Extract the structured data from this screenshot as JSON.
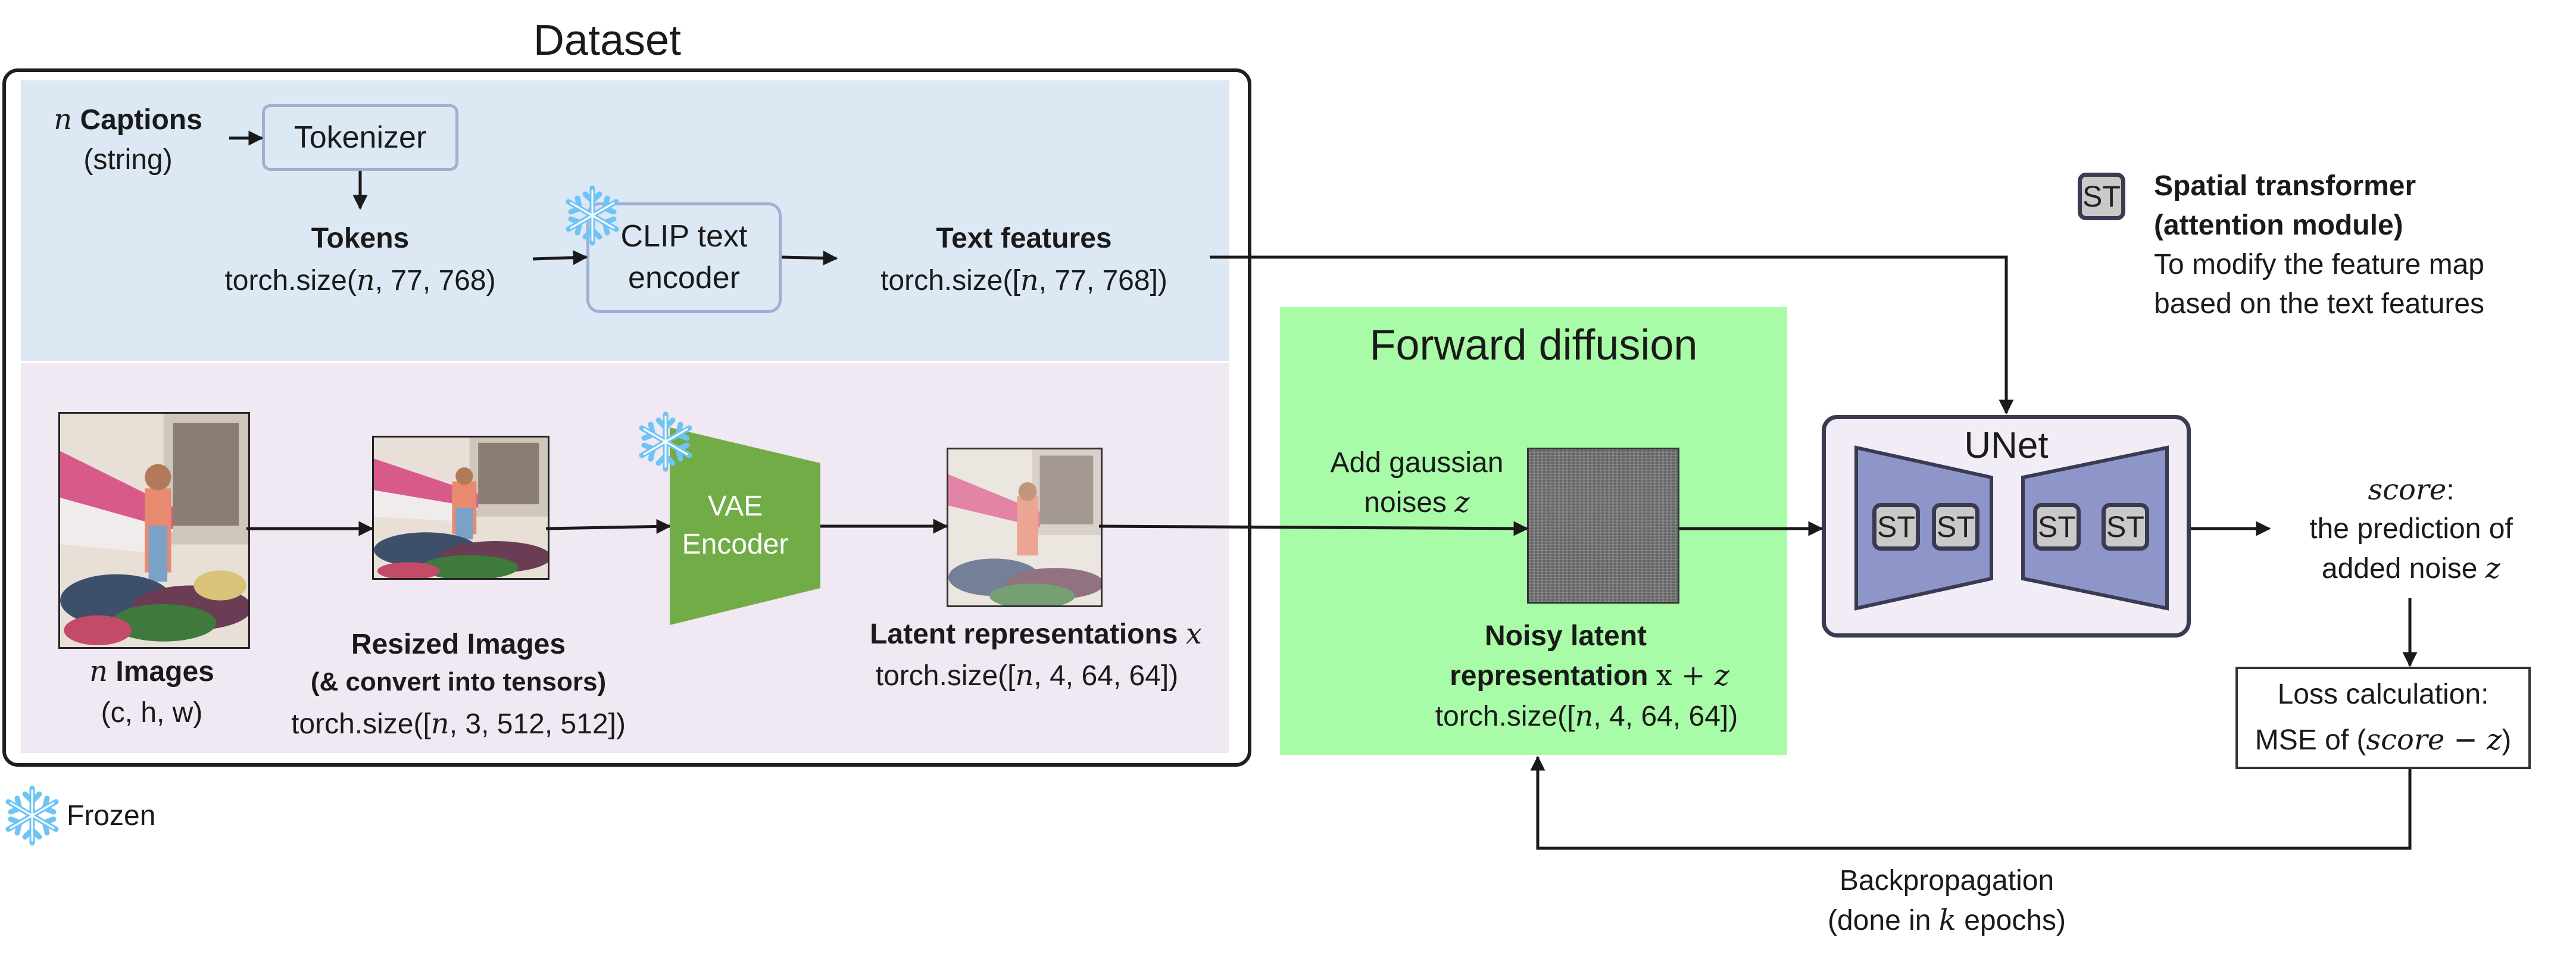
{
  "dataset_title": "Dataset",
  "captions": {
    "n": "n",
    "label": "Captions",
    "sub": "(string)"
  },
  "tokenizer": "Tokenizer",
  "tokens": {
    "label": "Tokens",
    "size_pre": "torch.size(",
    "size_n": "n",
    "size_post": ", 77, 768)"
  },
  "clip": {
    "line1": "CLIP text",
    "line2": "encoder"
  },
  "text_features": {
    "label": "Text features",
    "size_pre": "torch.size([",
    "size_n": "n",
    "size_post": ", 77, 768])"
  },
  "images": {
    "n": "n",
    "label": "Images",
    "sub": "(c, h, w)"
  },
  "resized": {
    "line1": "Resized Images",
    "line2": "(& convert into tensors)",
    "size_pre": "torch.size([",
    "size_n": "n",
    "size_post": ", 3, 512, 512])"
  },
  "vae": {
    "line1": "VAE",
    "line2": "Encoder"
  },
  "latent": {
    "label": "Latent representations ",
    "var": "x",
    "size_pre": "torch.size([",
    "size_n": "n",
    "size_post": ", 4, 64, 64])"
  },
  "forward": {
    "title": "Forward diffusion",
    "add1": "Add gaussian",
    "add2": "noises ",
    "add_var": "z"
  },
  "noisy": {
    "line1": "Noisy latent",
    "line2": "representation ",
    "expr": "x + ",
    "expr_var": "z",
    "size_pre": "torch.size([",
    "size_n": "n",
    "size_post": ", 4, 64, 64])"
  },
  "unet": {
    "title": "UNet",
    "st": "ST"
  },
  "legend": {
    "st_label": "ST",
    "st_title1": "Spatial transformer",
    "st_title2": "(attention module)",
    "st_desc1": "To modify the feature map",
    "st_desc2": "based on the text features",
    "frozen": "Frozen"
  },
  "score": {
    "var": "score",
    "colon": ":",
    "line2": "the prediction of",
    "line3": "added noise ",
    "line3_var": "z"
  },
  "loss": {
    "line1": "Loss calculation:",
    "line2_pre": "MSE of (",
    "line2_expr": "score − z",
    "line2_post": ")"
  },
  "backprop": {
    "line1": "Backpropagation",
    "line2_pre": "(done in ",
    "line2_var": "k",
    "line2_post": " epochs)"
  },
  "colors": {
    "text_panel": "#dce8f4",
    "image_panel": "#f0e8f2",
    "forward_panel": "#a9fca7",
    "vae": "#72ac46",
    "unet_bg": "#f1ecf6",
    "unet_shape": "#8e95c8",
    "snowflake": "#6ec4f4"
  }
}
